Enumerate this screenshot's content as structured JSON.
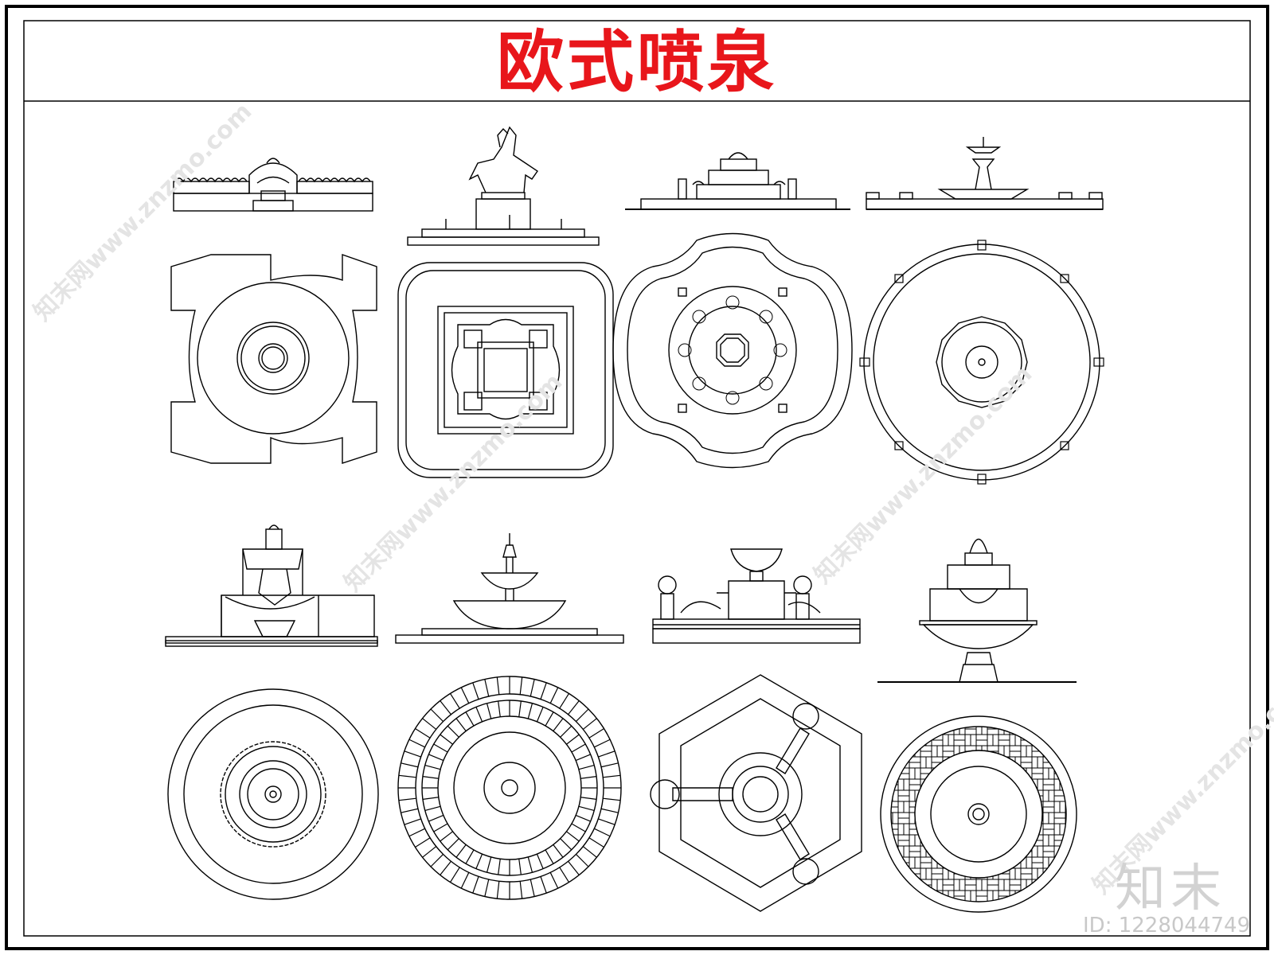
{
  "title": "欧式喷泉",
  "title_color": "#e8161b",
  "line_color": "#000000",
  "watermark": {
    "site": "知末网www.znzmo.com",
    "brand": "知末",
    "id": "ID: 1228044749"
  },
  "drawings": [
    {
      "row": "elevation",
      "name": "fountain-elevation-planter"
    },
    {
      "row": "elevation",
      "name": "fountain-elevation-horse-statue"
    },
    {
      "row": "elevation",
      "name": "fountain-elevation-tiered"
    },
    {
      "row": "elevation",
      "name": "fountain-elevation-long-pool"
    },
    {
      "row": "plan",
      "name": "fountain-plan-cross"
    },
    {
      "row": "plan",
      "name": "fountain-plan-square"
    },
    {
      "row": "plan",
      "name": "fountain-plan-quatrefoil"
    },
    {
      "row": "plan",
      "name": "fountain-plan-polygon"
    },
    {
      "row": "elevation",
      "name": "fountain-elevation-two-tier"
    },
    {
      "row": "elevation",
      "name": "fountain-elevation-bowl"
    },
    {
      "row": "elevation",
      "name": "fountain-elevation-urn"
    },
    {
      "row": "elevation",
      "name": "fountain-elevation-stacked"
    },
    {
      "row": "plan",
      "name": "fountain-plan-circle"
    },
    {
      "row": "plan",
      "name": "fountain-plan-ring"
    },
    {
      "row": "plan",
      "name": "fountain-plan-hexagon"
    },
    {
      "row": "plan",
      "name": "fountain-plan-woven"
    }
  ]
}
